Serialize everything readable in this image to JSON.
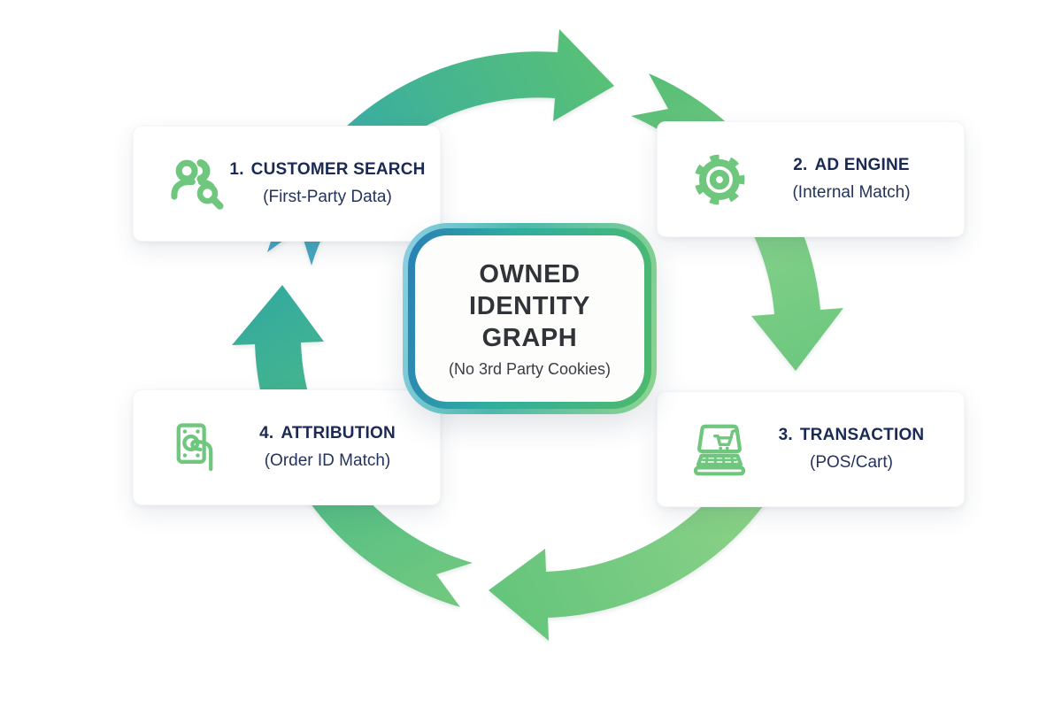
{
  "diagram": {
    "center": {
      "title_lines": [
        "OWNED",
        "IDENTITY",
        "GRAPH"
      ],
      "subtitle": "(No 3rd Party Cookies)"
    },
    "steps": [
      {
        "number": "1.",
        "title": "CUSTOMER SEARCH",
        "subtitle": "(First-Party Data)",
        "icon": "people-search-icon"
      },
      {
        "number": "2.",
        "title": "AD ENGINE",
        "subtitle": "(Internal Match)",
        "icon": "gear-icon"
      },
      {
        "number": "3.",
        "title": "TRANSACTION",
        "subtitle": "(POS/Cart)",
        "icon": "laptop-cart-icon"
      },
      {
        "number": "4.",
        "title": "ATTRIBUTION",
        "subtitle": "(Order ID Match)",
        "icon": "money-hand-icon"
      }
    ],
    "colors": {
      "icon_green": "#6fc67d",
      "arrow_green": "#6cc87e",
      "arrow_light_green": "#95d687",
      "arrow_teal": "#36ab9c",
      "arrow_blue": "#4aa3c8",
      "center_border_blue": "#2a7fb5",
      "center_border_green": "#4eb96d",
      "center_border_light_blue": "#8cd0e6",
      "center_border_light_green": "#8ed48e",
      "card_title_navy": "#1b2a55",
      "center_text": "#303338",
      "card_bg": "#ffffff",
      "page_bg": "#ffffff"
    }
  }
}
